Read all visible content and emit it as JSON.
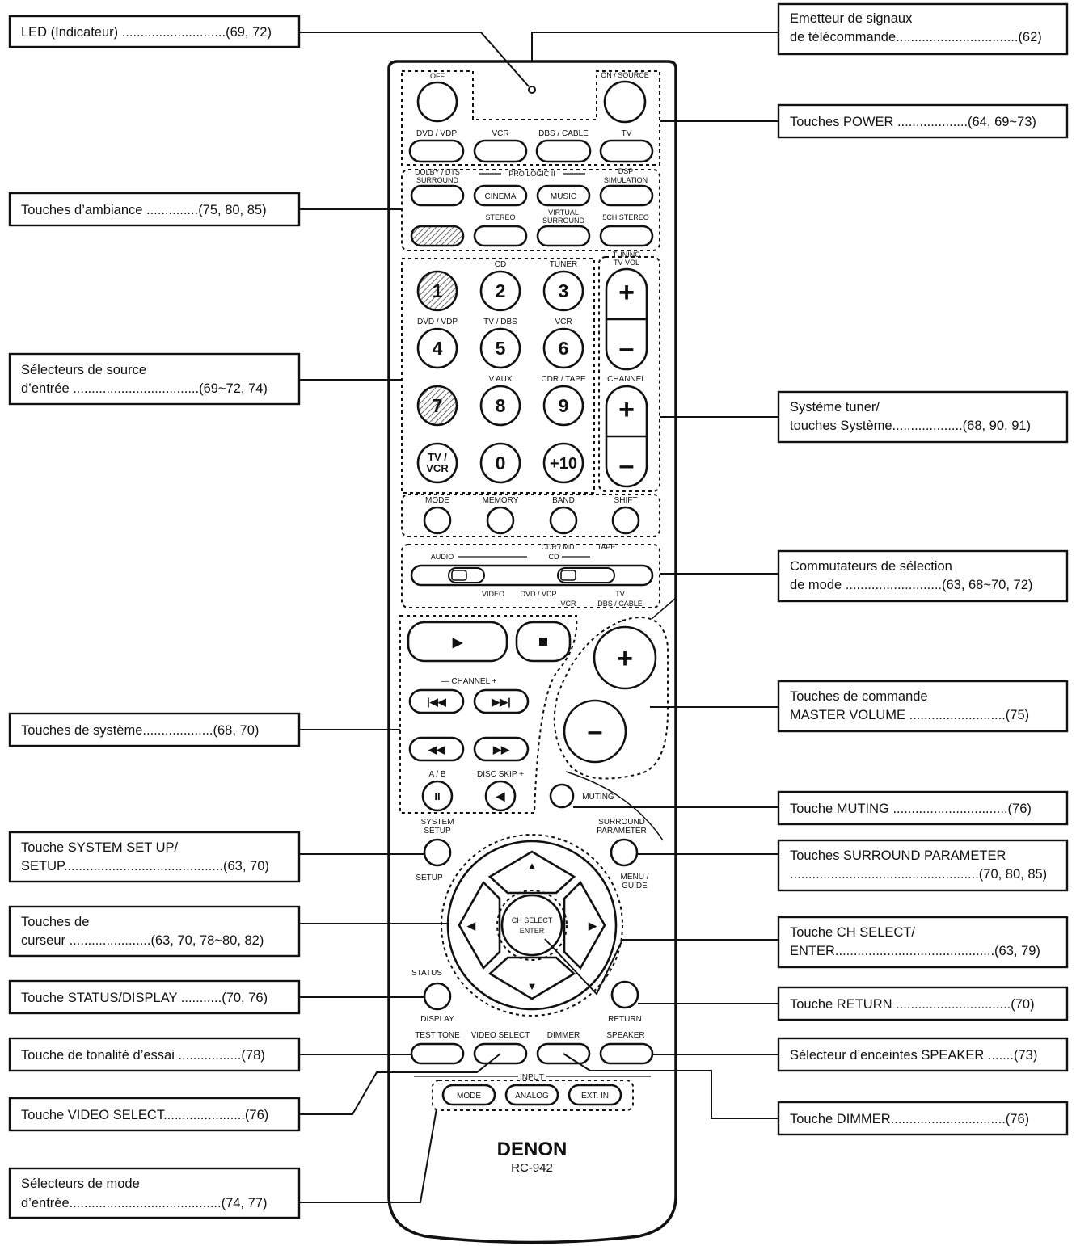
{
  "callouts": {
    "led": "LED (Indicateur) ............................(69, 72)",
    "emitter_1": "Emetteur de signaux",
    "emitter_2": "de télécommande.................................(62)",
    "power": "Touches POWER ...................(64, 69~73)",
    "surround": "Touches d’ambiance ..............(75, 80, 85)",
    "source_1": "Sélecteurs de source",
    "source_2": "d’entrée ..................................(69~72, 74)",
    "tuner_1": "Système tuner/",
    "tuner_2": "touches Système...................(68, 90, 91)",
    "modesel_1": "Commutateurs de sélection",
    "modesel_2": "de mode ..........................(63, 68~70, 72)",
    "master_1": "Touches de commande",
    "master_2": "MASTER VOLUME ..........................(75)",
    "system": "Touches de système...................(68, 70)",
    "muting": "Touche MUTING ...............................(76)",
    "setup_1": "Touche SYSTEM SET UP/",
    "setup_2": "SETUP...........................................(63, 70)",
    "surparam_1": "Touches SURROUND PARAMETER",
    "surparam_2": "...................................................(70, 80, 85)",
    "cursor_1": "Touches de",
    "cursor_2": "curseur ......................(63, 70, 78~80, 82)",
    "chsel_1": "Touche CH SELECT/",
    "chsel_2": "ENTER...........................................(63, 79)",
    "status": "Touche STATUS/DISPLAY ...........(70, 76)",
    "return": "Touche RETURN ...............................(70)",
    "testtone": "Touche de tonalité d’essai .................(78)",
    "speaker": "Sélecteur d’enceintes SPEAKER .......(73)",
    "videosel": "Touche VIDEO SELECT......................(76)",
    "dimmer": "Touche DIMMER...............................(76)",
    "inputmode_1": "Sélecteurs de mode",
    "inputmode_2": "d’entrée.........................................(74, 77)"
  },
  "remote": {
    "power_off": "OFF",
    "power_on": "ON / SOURCE",
    "src_dvd": "DVD / VDP",
    "src_vcr": "VCR",
    "src_dbs": "DBS / CABLE",
    "src_tv": "TV",
    "dolby": "DOLBY / DTS",
    "surround_lbl": "SURROUND",
    "prologic": "PRO LOGIC II",
    "dsp": "DSP",
    "simulation": "SIMULATION",
    "cinema": "CINEMA",
    "music": "MUSIC",
    "stereo": "STEREO",
    "virtual": "VIRTUAL",
    "virtual_sur": "SURROUND",
    "ch5stereo": "5CH STEREO",
    "cd": "CD",
    "tuner": "TUNER",
    "tuning": "TUNING",
    "tvvol": "TV VOL",
    "dvdvdp": "DVD / VDP",
    "tvdbs": "TV / DBS",
    "vcr2": "VCR",
    "vaux": "V.AUX",
    "cdrtape": "CDR / TAPE",
    "channel": "CHANNEL",
    "n1": "1",
    "n2": "2",
    "n3": "3",
    "n4": "4",
    "n5": "5",
    "n6": "6",
    "n7": "7",
    "n8": "8",
    "n9": "9",
    "tvvcr_1": "TV /",
    "tvvcr_2": "VCR",
    "n0": "0",
    "n10": "+10",
    "mode": "MODE",
    "memory": "MEMORY",
    "band": "BAND",
    "shift": "SHIFT",
    "audio": "AUDIO",
    "cdrmd": "CDR / MD",
    "tape": "TAPE",
    "cd2": "CD",
    "video": "VIDEO",
    "dvdvdp2": "DVD / VDP",
    "tv2": "TV",
    "vcr3": "VCR",
    "dbscable2": "DBS / CABLE",
    "channel_pm": "—  CHANNEL  +",
    "ab": "A / B",
    "discskip": "DISC SKIP +",
    "muting": "MUTING",
    "system": "SYSTEM",
    "setup_top": "SETUP",
    "setup_bot": "SETUP",
    "surround_p1": "SURROUND",
    "surround_p2": "PARAMETER",
    "menu": "MENU /",
    "guide": "GUIDE",
    "chselect": "CH SELECT",
    "enter": "ENTER",
    "status": "STATUS",
    "display": "DISPLAY",
    "return": "RETURN",
    "testtone": "TEST TONE",
    "videoselect": "VIDEO SELECT",
    "dimmer": "DIMMER",
    "speaker": "SPEAKER",
    "input": "INPUT",
    "in_mode": "MODE",
    "in_analog": "ANALOG",
    "in_extin": "EXT. IN",
    "brand": "DENON",
    "model": "RC-942"
  }
}
